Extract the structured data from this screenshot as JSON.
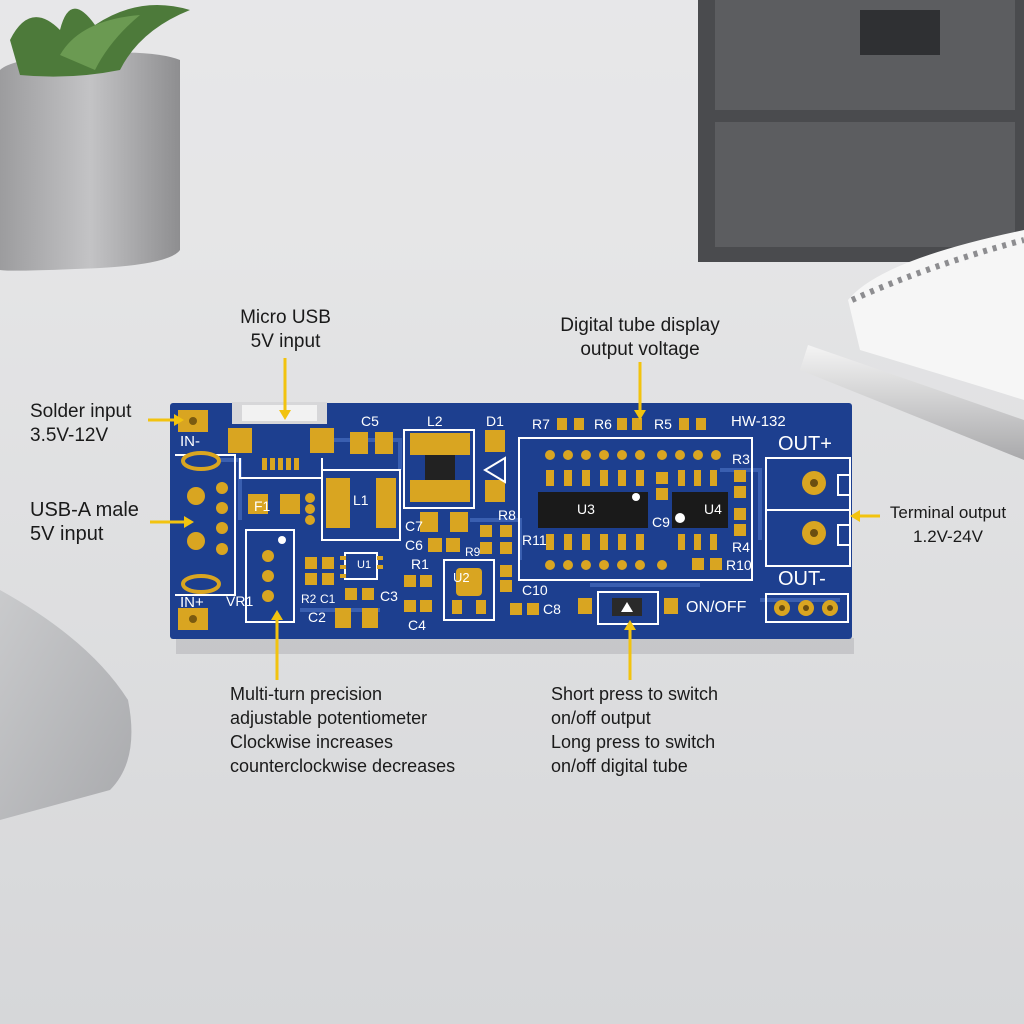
{
  "colors": {
    "board": "#1d3f8f",
    "trace": "#3a5fb0",
    "pad": "#d9a521",
    "silk": "#ffffff",
    "arrow": "#f2c30f",
    "desk": "#dcdddf"
  },
  "board": {
    "model": "HW-132",
    "pin_in_minus": "IN-",
    "pin_in_plus": "IN+",
    "out_plus": "OUT+",
    "out_minus": "OUT-",
    "switch_label": "ON/OFF",
    "designators": {
      "c5": "C5",
      "l2": "L2",
      "d1": "D1",
      "r7": "R7",
      "r6": "R6",
      "r5": "R5",
      "f1": "F1",
      "l1": "L1",
      "c7": "C7",
      "c6": "C6",
      "r8": "R8",
      "r11": "R11",
      "u3": "U3",
      "c9": "C9",
      "u4": "U4",
      "r3": "R3",
      "r4": "R4",
      "r10": "R10",
      "u1": "U1",
      "r9": "R9",
      "u2": "U2",
      "r1": "R1",
      "vr1": "VR1",
      "r2": "R2",
      "c1": "C1",
      "c3": "C3",
      "c2": "C2",
      "c4": "C4",
      "c10": "C10",
      "c8": "C8"
    }
  },
  "callouts": {
    "micro_usb": [
      "Micro USB",
      "5V input"
    ],
    "digital_tube": [
      "Digital tube display",
      "output voltage"
    ],
    "solder_input": [
      "Solder input",
      "3.5V-12V"
    ],
    "usb_a": [
      "USB-A male",
      "5V input"
    ],
    "terminal_output": [
      "Terminal output",
      "1.2V-24V"
    ],
    "potentiometer": [
      "Multi-turn precision",
      "adjustable potentiometer",
      "Clockwise increases",
      "counterclockwise decreases"
    ],
    "switch": [
      "Short press to switch",
      "on/off output",
      "Long press to switch",
      "on/off digital tube"
    ]
  }
}
